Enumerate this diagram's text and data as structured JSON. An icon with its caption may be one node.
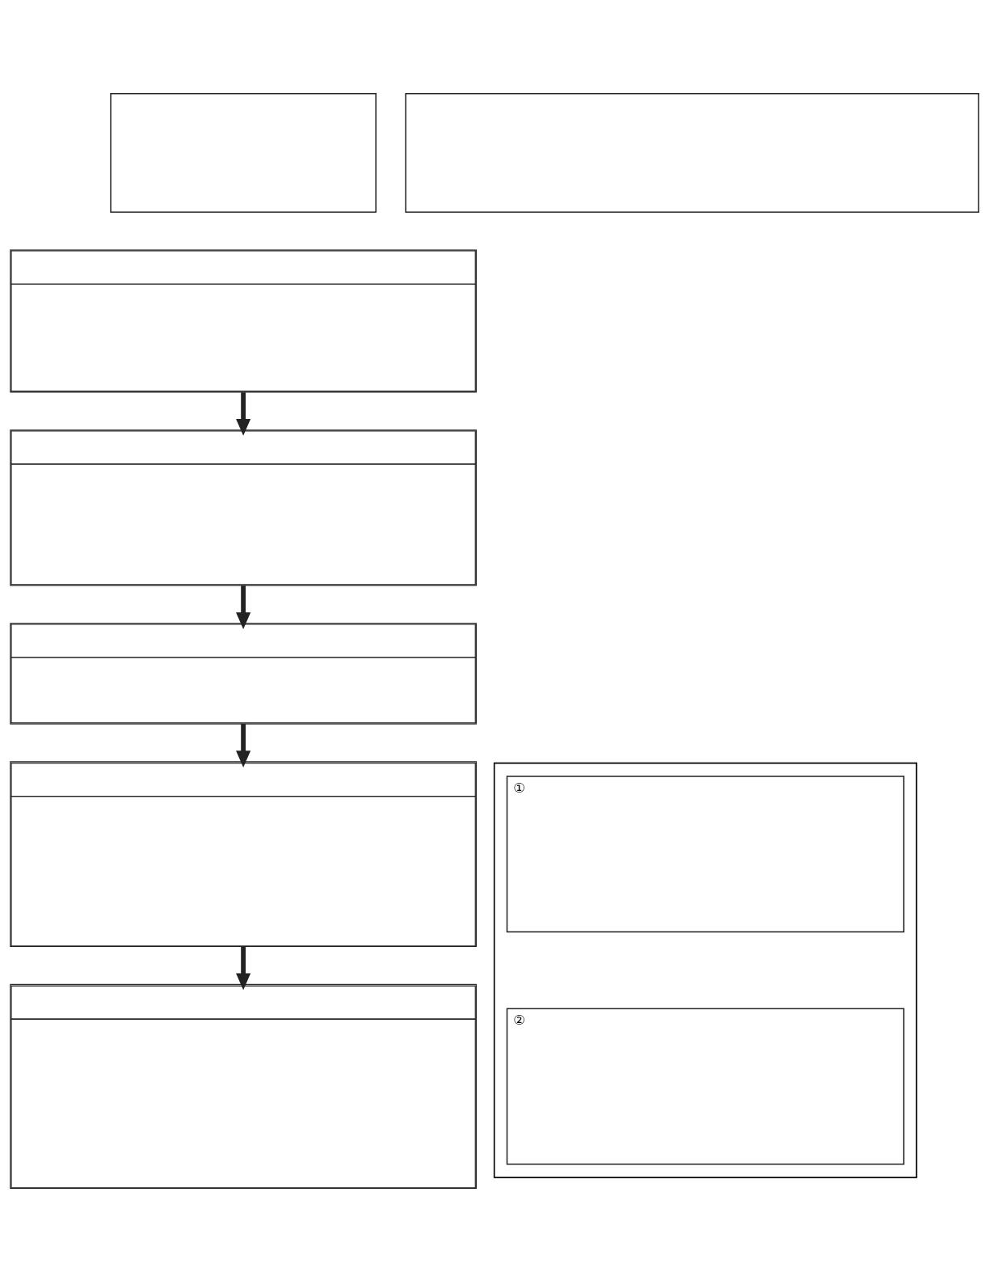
{
  "diagram": {
    "nodes": [
      {
        "text": [],
        "shape": "box"
      },
      {
        "text": [],
        "shape": "box"
      },
      {
        "text": [],
        "shape": "box"
      },
      {
        "text": [],
        "shape": "box"
      },
      {
        "text": [],
        "shape": "box"
      },
      {
        "text": [],
        "shape": "box"
      },
      {
        "text": [],
        "shape": "box"
      },
      {
        "text": [],
        "shape": "note"
      },
      {
        "text": [
          "①"
        ],
        "in": 7
      },
      {
        "text": [
          "②"
        ],
        "in": 7
      }
    ],
    "edges": [
      {
        "from": 2,
        "to": 3,
        "arrow": "to"
      },
      {
        "from": 3,
        "to": 4,
        "arrow": "to"
      },
      {
        "from": 4,
        "to": 5,
        "arrow": "to"
      },
      {
        "from": 5,
        "to": 6,
        "arrow": "to"
      }
    ]
  }
}
